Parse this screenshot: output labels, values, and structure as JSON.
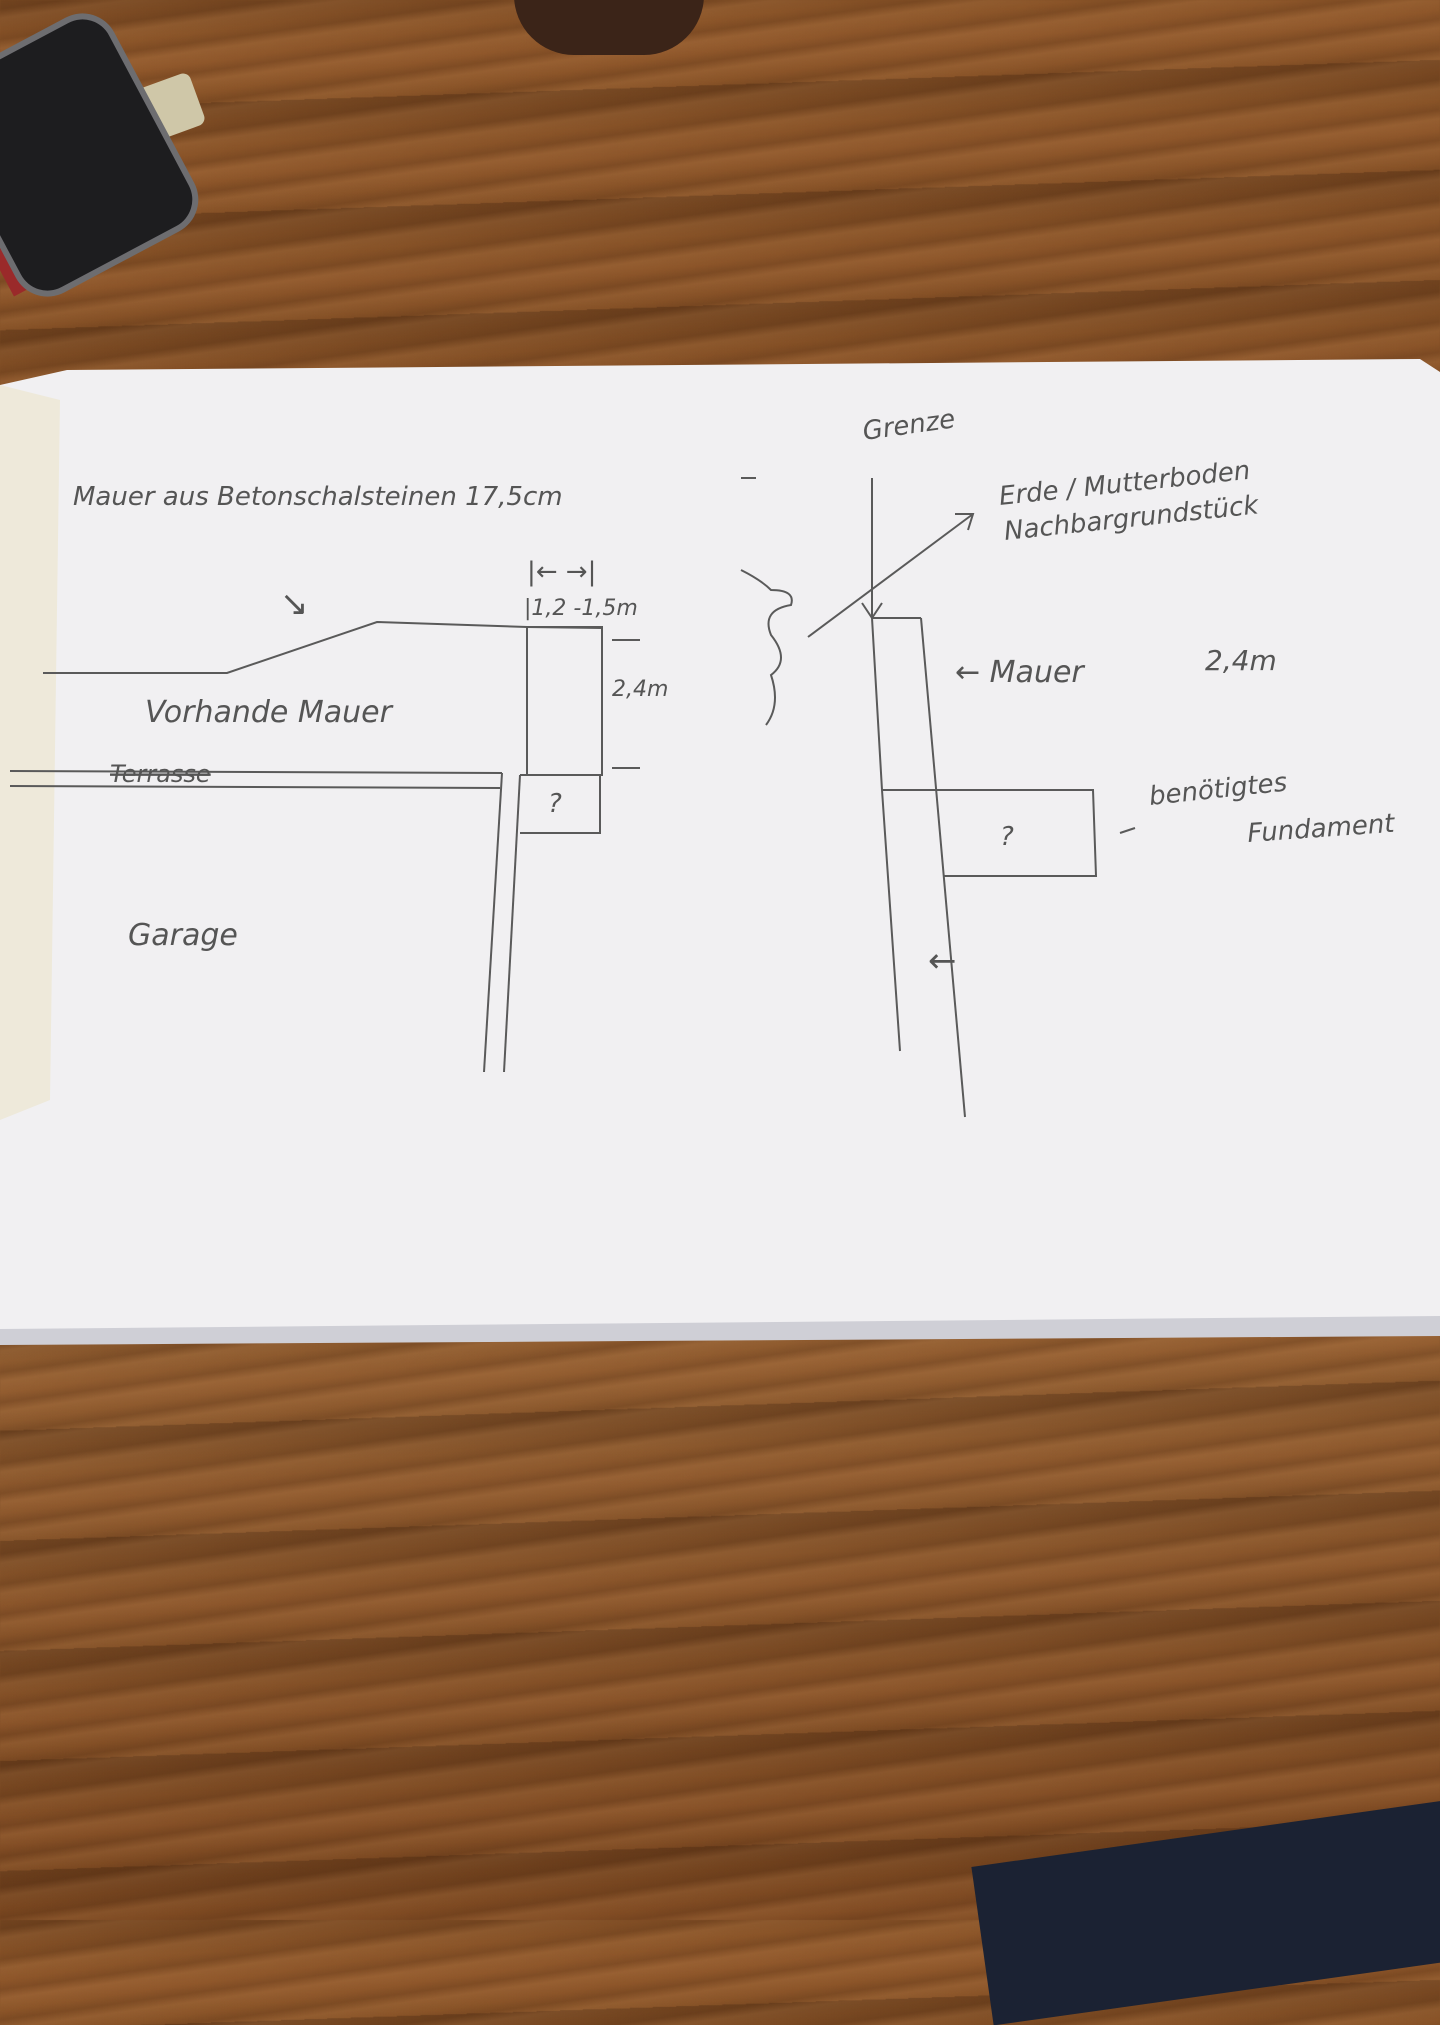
{
  "left_sketch": {
    "title": "Mauer aus Betonschalsteinen 17,5cm",
    "width_arrows": "|← →|",
    "width_label": "|1,2 -1,5m",
    "height_label": "2,4m",
    "existing_wall_label": "Vorhande Mauer",
    "terrace_label": "Terrasse",
    "garage_label": "Garage",
    "foundation_unknown": "?",
    "slope_arrow": "↘"
  },
  "right_sketch": {
    "border_label": "Grenze",
    "soil_label_line1": "Erde / Mutterboden",
    "soil_label_line2": "Nachbargrundstück",
    "wall_label": "← Mauer",
    "wall_height": "2,4m",
    "foundation_label_line1": "benötigtes",
    "foundation_label_line2": "Fundament",
    "foundation_unknown": "?",
    "side_arrow": "←"
  },
  "colors": {
    "paper": "#f1f0f2",
    "pencil": "#555555",
    "wood": "#7c4a22"
  }
}
